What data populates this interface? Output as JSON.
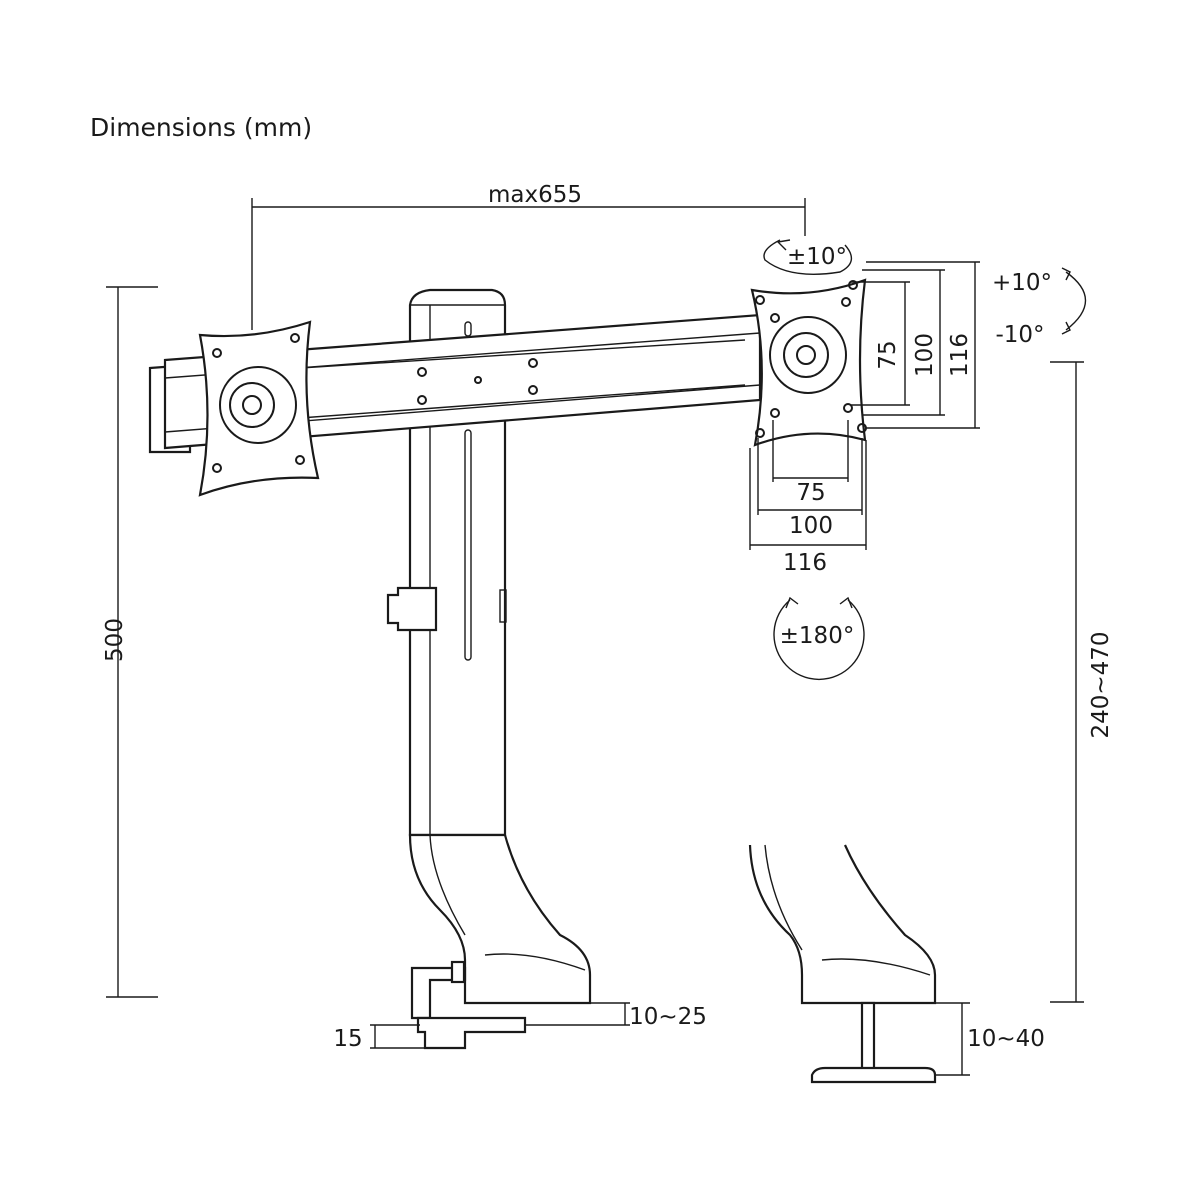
{
  "title": "Dimensions (mm)",
  "dimensions": {
    "width_max": "max655",
    "height_total": "500",
    "height_adjust": "240~470",
    "swivel": "±10°",
    "tilt_up": "+10°",
    "tilt_down": "-10°",
    "rotation": "±180°",
    "vesa_vertical": [
      "75",
      "100",
      "116"
    ],
    "vesa_horizontal": [
      "75",
      "100",
      "116"
    ],
    "clamp_range": "10~25",
    "clamp_offset": "15",
    "grommet_range": "10~40"
  }
}
